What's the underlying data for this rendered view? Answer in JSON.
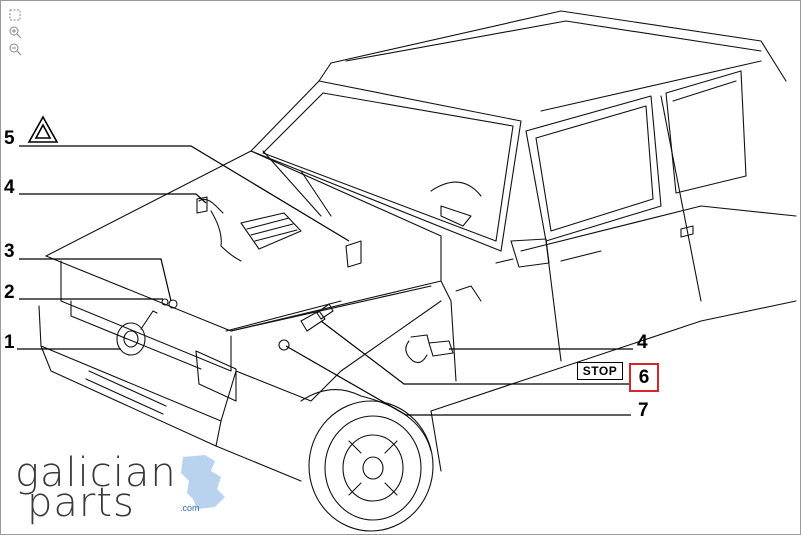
{
  "toolbar": {
    "fit_icon": "fit-screen-icon",
    "zoom_in_icon": "zoom-in-icon",
    "zoom_out_icon": "zoom-out-icon"
  },
  "callouts": {
    "c5": "5",
    "c4_top": "4",
    "c3": "3",
    "c2": "2",
    "c1": "1",
    "c4_right": "4",
    "c6": "6",
    "c7": "7"
  },
  "stop_label": "STOP",
  "hazard_icon": "hazard-triangle-icon",
  "logo": {
    "line1": "galician",
    "line2": "parts",
    "suffix": ".com"
  },
  "colors": {
    "highlight": "#d4262c",
    "logo_blue": "#2f6eb5",
    "logo_text": "#3a3a3a"
  }
}
